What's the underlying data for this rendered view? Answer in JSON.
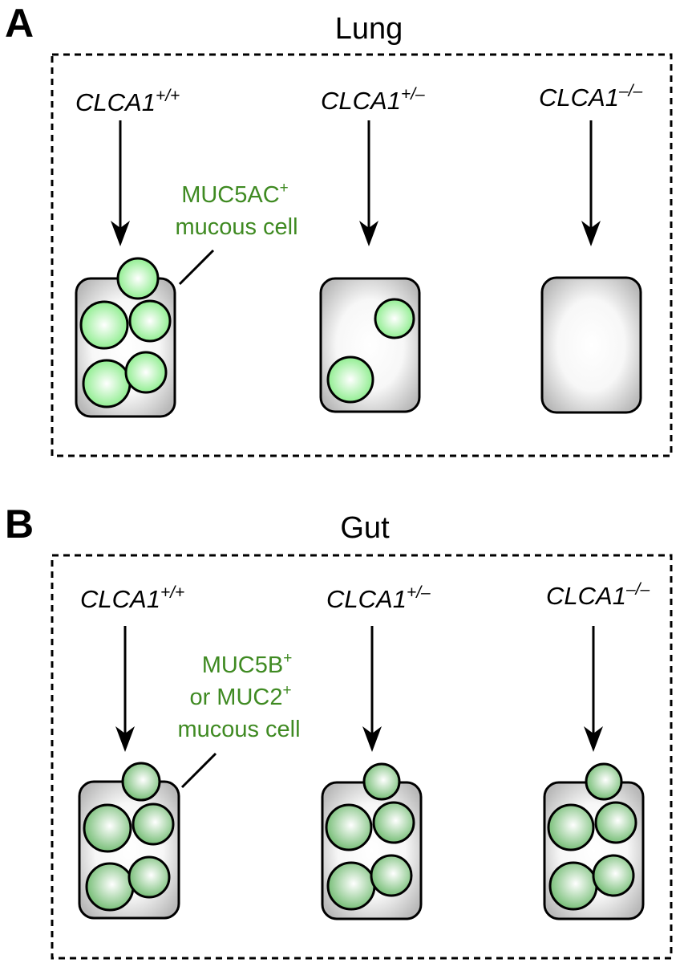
{
  "panels": [
    {
      "letter": "A",
      "title": "Lung",
      "columns": [
        {
          "gene": "CLCA1",
          "genotype": "+/+",
          "mucus_granules": 5
        },
        {
          "gene": "CLCA1",
          "genotype": "+/–",
          "mucus_granules": 2
        },
        {
          "gene": "CLCA1",
          "genotype": "–/–",
          "mucus_granules": 0
        }
      ],
      "callout": {
        "lines": [
          {
            "text": "MUC5AC",
            "sup": "+"
          },
          {
            "text": "mucous cell",
            "sup": ""
          }
        ]
      }
    },
    {
      "letter": "B",
      "title": "Gut",
      "columns": [
        {
          "gene": "CLCA1",
          "genotype": "+/+",
          "mucus_granules": 5
        },
        {
          "gene": "CLCA1",
          "genotype": "+/–",
          "mucus_granules": 5
        },
        {
          "gene": "CLCA1",
          "genotype": "–/–",
          "mucus_granules": 5
        }
      ],
      "callout": {
        "lines": [
          {
            "text": "MUC5B",
            "sup": "+"
          },
          {
            "text": "or MUC2",
            "sup": "+"
          },
          {
            "text": "mucous cell",
            "sup": ""
          }
        ]
      }
    }
  ],
  "colors": {
    "callout_text": "#3f8a22",
    "cell_fill": "#bdbdbd",
    "lung_granule": "#86ec86",
    "gut_granule": "#7dc47d"
  }
}
